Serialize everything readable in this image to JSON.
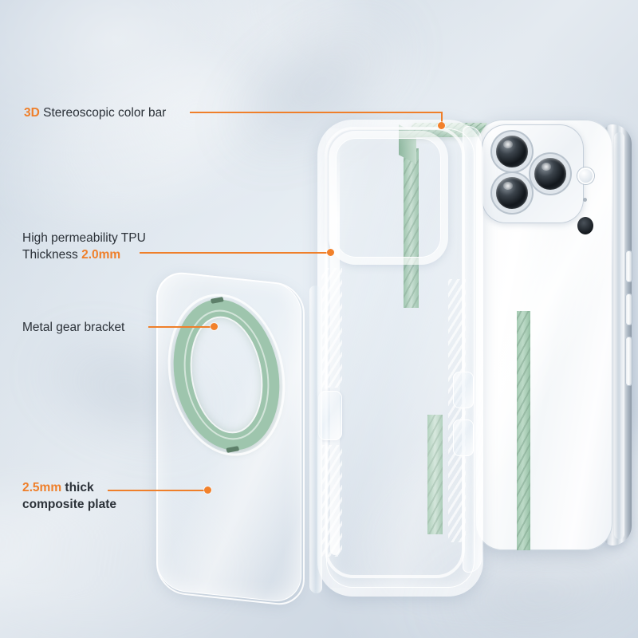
{
  "scene": {
    "title": "Phone case exploded-view infographic",
    "background_colors": [
      "#c3d0de",
      "#e4eaf0",
      "#c0cddb"
    ],
    "accent_color": "#ef7f2a",
    "green_color": "#9ec5ad"
  },
  "callouts": [
    {
      "id": "color-bar",
      "highlight": "3D",
      "text": " Stereoscopic color bar",
      "dot_label": "3d-color-bar-point"
    },
    {
      "id": "tpu",
      "line1": "High permeability TPU",
      "line2_prefix": "Thickness ",
      "line2_highlight": "2.0mm",
      "dot_label": "tpu-thickness-point"
    },
    {
      "id": "bracket",
      "text": "Metal gear bracket",
      "dot_label": "metal-gear-bracket-point"
    },
    {
      "id": "plate",
      "line1_highlight": "2.5mm",
      "line1_suffix": " thick",
      "line2": "composite plate",
      "dot_label": "composite-plate-point"
    }
  ],
  "parts": {
    "phone": "smartphone-body",
    "case_frame": "tpu-case-frame",
    "back_plate": "composite-back-plate",
    "ring": "metal-gear-ring",
    "color_bar": "3d-stereoscopic-color-bar"
  }
}
